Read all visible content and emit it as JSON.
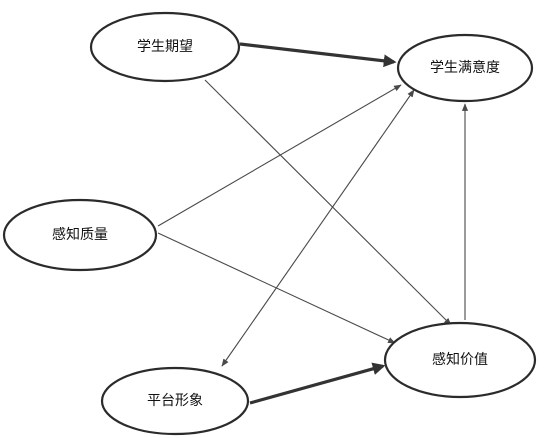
{
  "nodes": {
    "student_expectation": {
      "label": "学生期望"
    },
    "student_satisfaction": {
      "label": "学生满意度"
    },
    "perceived_quality": {
      "label": "感知质量"
    },
    "perceived_value": {
      "label": "感知价值"
    },
    "platform_image": {
      "label": "平台形象"
    }
  },
  "colors": {
    "node_stroke": "#2b2b2b",
    "edge": "#4a4a4a",
    "background": "#ffffff"
  }
}
